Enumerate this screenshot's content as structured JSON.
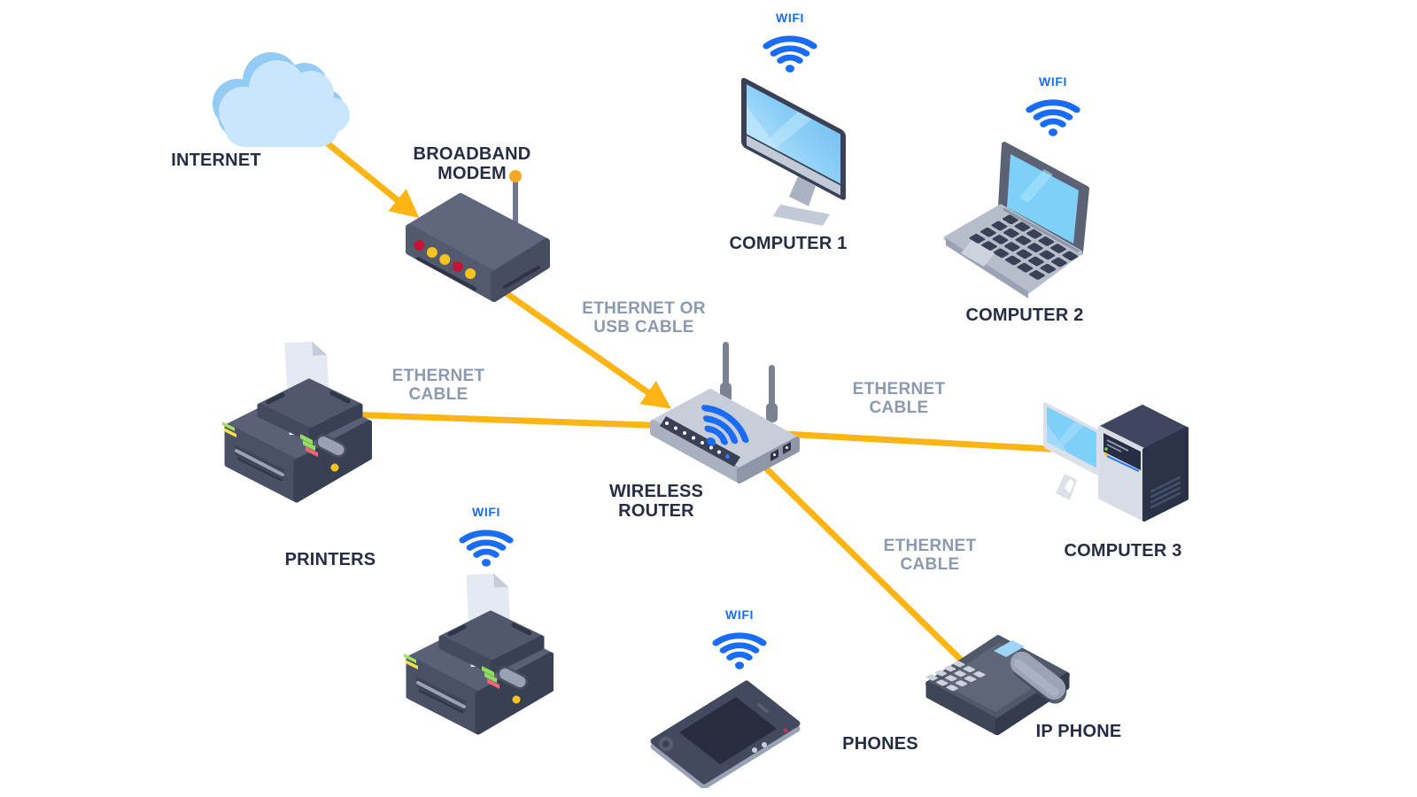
{
  "nodes": {
    "internet": {
      "label": "INTERNET",
      "icon": "cloud"
    },
    "broadband_modem": {
      "label": "BROADBAND MODEM",
      "icon": "modem"
    },
    "wireless_router": {
      "label": "WIRELESS ROUTER",
      "icon": "router"
    },
    "computer1": {
      "label": "COMPUTER 1",
      "icon": "desktop-monitor",
      "wifi_badge": "WIFI"
    },
    "computer2": {
      "label": "COMPUTER 2",
      "icon": "laptop",
      "wifi_badge": "WIFI"
    },
    "computer3": {
      "label": "COMPUTER 3",
      "icon": "desktop-tower-monitor"
    },
    "printer_wired": {
      "label": "PRINTERS",
      "icon": "printer"
    },
    "printer_wireless": {
      "icon": "printer",
      "wifi_badge": "WIFI"
    },
    "smartphone": {
      "label": "PHONES",
      "icon": "smartphone",
      "wifi_badge": "WIFI"
    },
    "ip_phone": {
      "label": "IP PHONE",
      "icon": "desk-phone"
    }
  },
  "connections": {
    "internet_to_modem": {
      "from": "internet",
      "to": "broadband_modem",
      "style": "arrow"
    },
    "modem_to_router": {
      "from": "broadband_modem",
      "to": "wireless_router",
      "style": "arrow",
      "label": "ETHERNET OR USB CABLE"
    },
    "printer_to_router": {
      "from": "printer_wired",
      "to": "wireless_router",
      "style": "line",
      "label": "ETHERNET CABLE"
    },
    "router_to_computer3": {
      "from": "wireless_router",
      "to": "computer3",
      "style": "line",
      "label": "ETHERNET CABLE"
    },
    "router_to_ip_phone": {
      "from": "wireless_router",
      "to": "ip_phone",
      "style": "line",
      "label": "ETHERNET CABLE"
    }
  },
  "colors": {
    "background": "#FFFFFF",
    "cable": "#FCB514",
    "node_label": "#272D45",
    "cable_label": "#8D99AE",
    "wifi_blue": "#1B6CF5",
    "cloud_light": "#C9E6FC",
    "cloud_shade": "#93CBF4",
    "device_dark_slate": "#4A5065",
    "device_light_gray": "#C7CDD9",
    "screen_blue": "#7FD0F8",
    "led_red": "#C21639",
    "led_yellow": "#F5C51D",
    "antenna_tip_orange": "#F9A825"
  }
}
